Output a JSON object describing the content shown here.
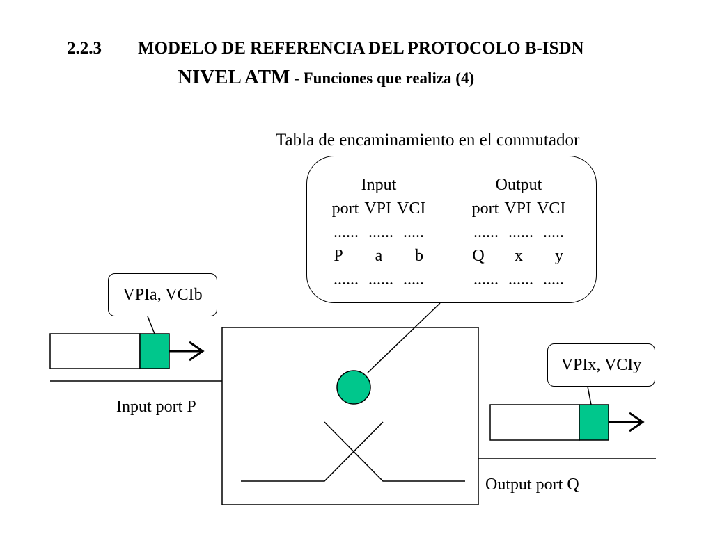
{
  "header": {
    "section": "2.2.3",
    "title": "MODELO DE REFERENCIA DEL PROTOCOLO B-ISDN",
    "subtitle_main": "NIVEL ATM",
    "subtitle_rest": " - Funciones que realiza (4)"
  },
  "table": {
    "caption": "Tabla de encaminamiento en el conmutador",
    "input_heading": "Input",
    "output_heading": "Output",
    "input_cols": [
      "port",
      "VPI",
      "VCI"
    ],
    "output_cols": [
      "port",
      "VPI",
      "VCI"
    ],
    "dots_row": [
      "......",
      "......",
      "....."
    ],
    "input_values": [
      "P",
      "a",
      "b"
    ],
    "output_values": [
      "Q",
      "x",
      "y"
    ]
  },
  "input_side": {
    "cell_label": "VPIa, VCIb",
    "port_label": "Input port P"
  },
  "output_side": {
    "cell_label": "VPIx, VCIy",
    "port_label": "Output port Q"
  },
  "colors": {
    "cell_header": "#00c78c",
    "line": "#000000"
  }
}
